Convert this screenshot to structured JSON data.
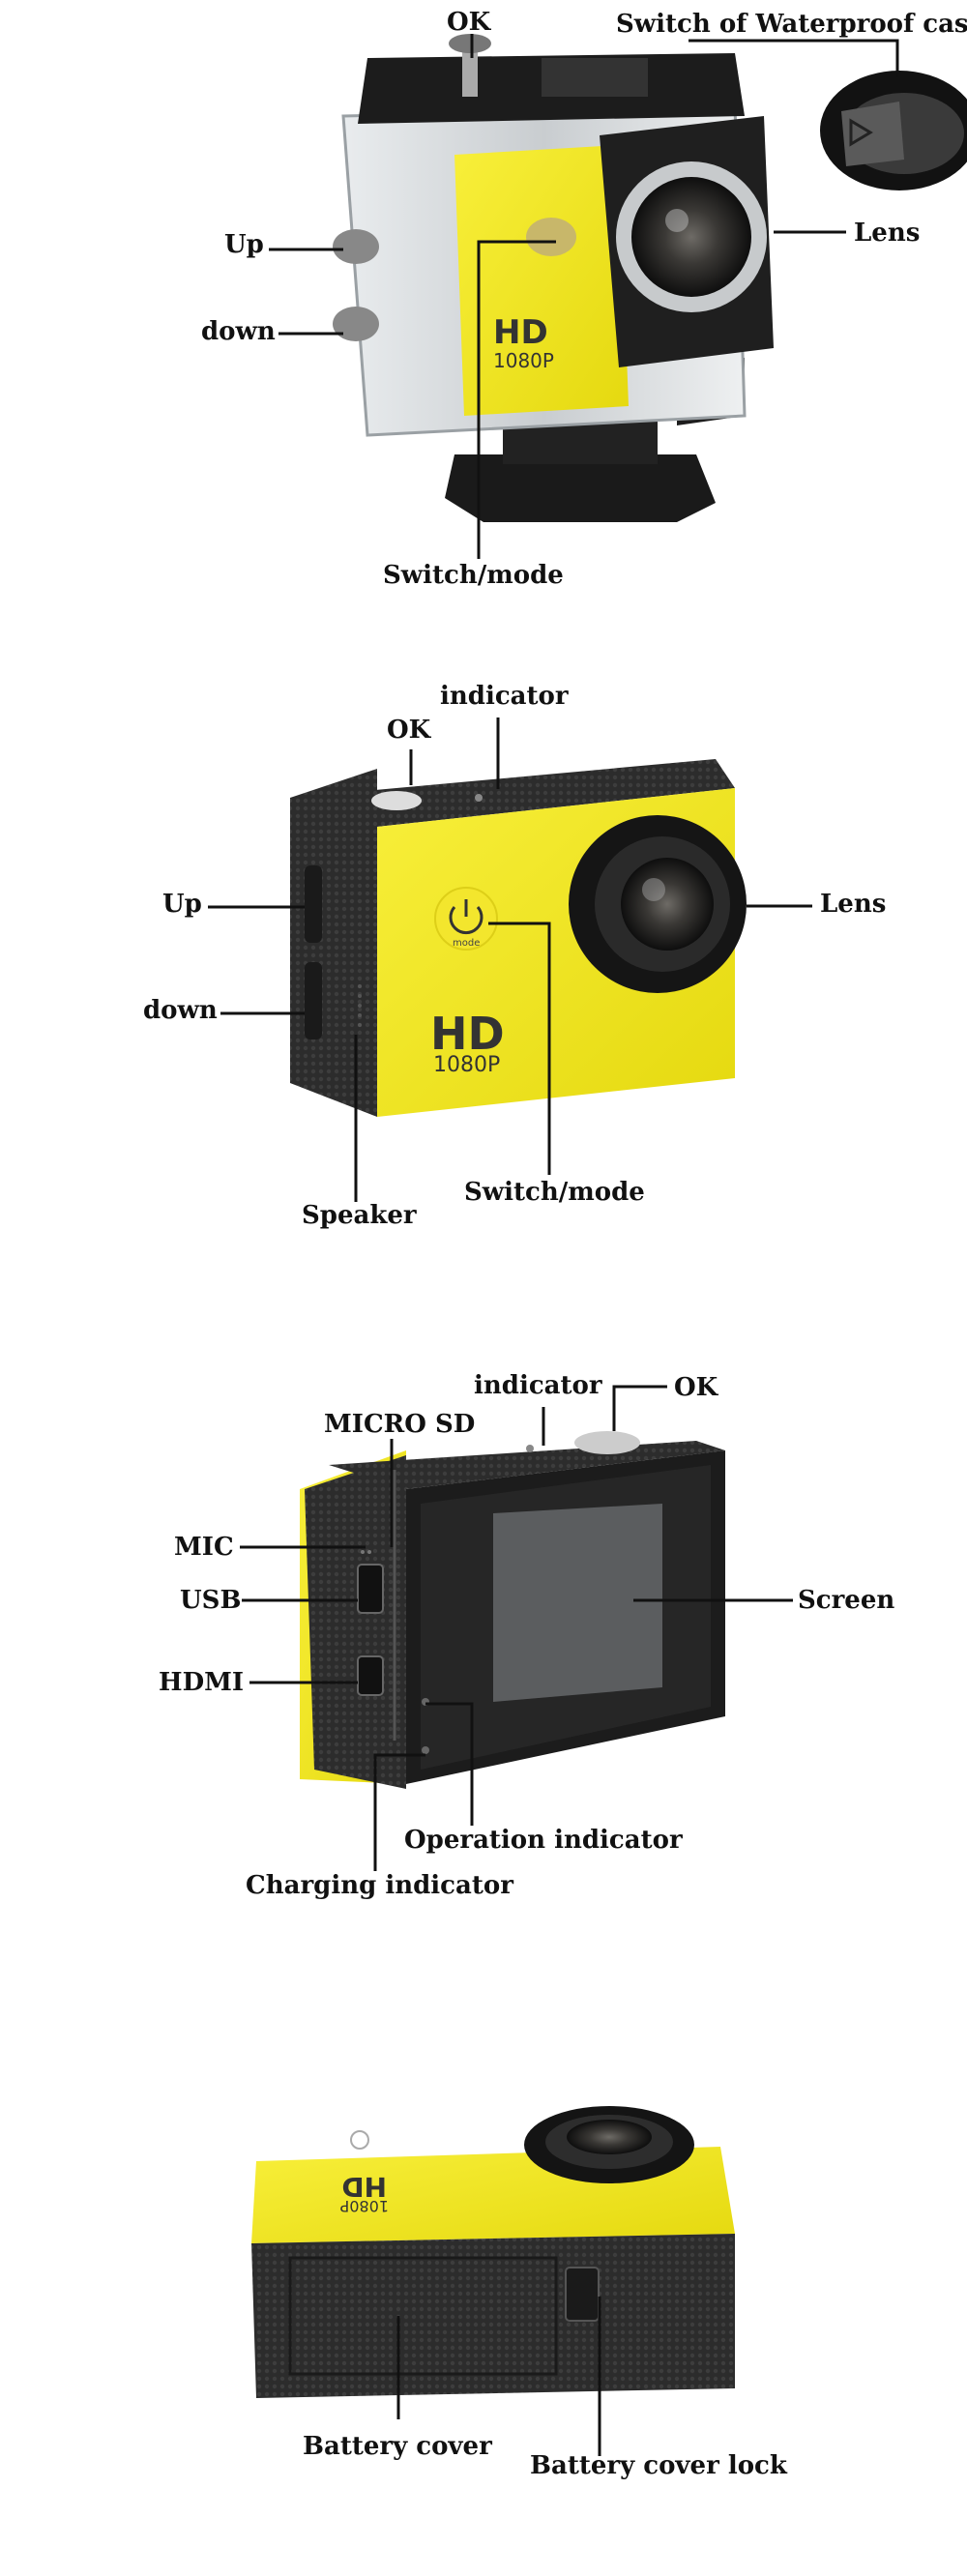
{
  "colors": {
    "yellow": "#f5ea1c",
    "body_dark": "#2b2b2b",
    "case_clear": "#d7dadc",
    "line": "#111111"
  },
  "panel1": {
    "labels": {
      "ok": "OK",
      "switch_case": "Switch of Waterproof case",
      "up": "Up",
      "down": "down",
      "lens": "Lens",
      "switch_mode": "Switch/mode"
    },
    "front_text": {
      "hd": "HD",
      "res": "1080P"
    }
  },
  "panel2": {
    "labels": {
      "indicator": "indicator",
      "ok": "OK",
      "up": "Up",
      "down": "down",
      "lens": "Lens",
      "speaker": "Speaker",
      "switch_mode": "Switch/mode"
    },
    "front_text": {
      "hd": "HD",
      "res": "1080P",
      "mode": "mode"
    }
  },
  "panel3": {
    "labels": {
      "indicator": "indicator",
      "ok": "OK",
      "micro_sd": "MICRO SD",
      "mic": "MIC",
      "usb": "USB",
      "hdmi": "HDMI",
      "screen": "Screen",
      "operation_indicator": "Operation indicator",
      "charging_indicator": "Charging indicator"
    }
  },
  "panel4": {
    "labels": {
      "battery_cover": "Battery cover",
      "battery_cover_lock": "Battery cover lock"
    },
    "front_text": {
      "hd": "HD",
      "res": "1080P"
    }
  }
}
